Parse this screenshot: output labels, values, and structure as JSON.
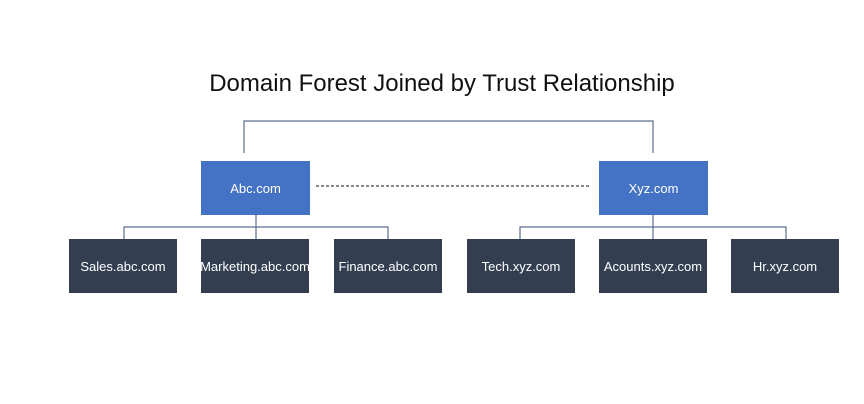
{
  "title": "Domain Forest Joined by Trust Relationship",
  "forests": [
    {
      "root": "Abc.com",
      "children": [
        "Sales.abc.com",
        "Marketing.abc.com",
        "Finance.abc.com"
      ]
    },
    {
      "root": "Xyz.com",
      "children": [
        "Tech.xyz.com",
        "Acounts.xyz.com",
        "Hr.xyz.com"
      ]
    }
  ],
  "colors": {
    "root": "#4472c4",
    "child": "#333f50",
    "connector": "#44546a"
  }
}
